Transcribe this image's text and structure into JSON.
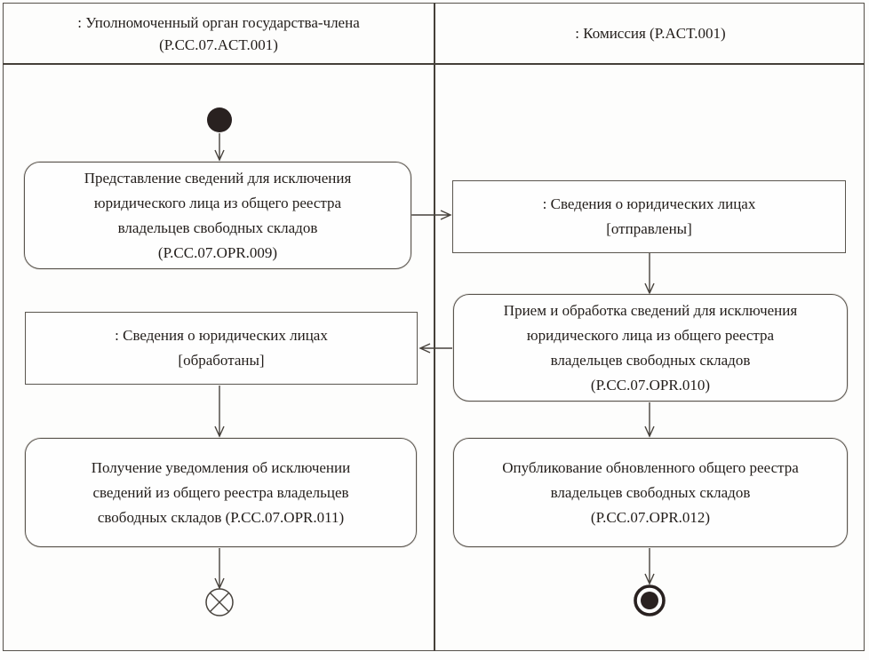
{
  "diagram": {
    "kind": "uml-activity-swimlane",
    "colors": {
      "ink": "#47423c",
      "terminal_fill": "#292120",
      "node_fill": "#fefefe",
      "background": "#fdfdfc"
    },
    "lanes": {
      "left": {
        "header_line1": ": Уполномоченный орган государства-члена",
        "header_line2": "(P.CC.07.ACT.001)"
      },
      "right": {
        "header_line1": ": Комиссия (P.ACT.001)"
      }
    },
    "nodes": {
      "opr009": {
        "type": "action",
        "lines": [
          "Представление сведений для исключения",
          "юридического лица из общего реестра",
          "владельцев свободных складов",
          "(P.CC.07.OPR.009)"
        ]
      },
      "sent": {
        "type": "object",
        "lines": [
          ": Сведения о юридических лицах",
          "[отправлены]"
        ]
      },
      "opr010": {
        "type": "action",
        "lines": [
          "Прием и обработка сведений для исключения",
          "юридического лица из общего реестра",
          "владельцев свободных складов",
          "(P.CC.07.OPR.010)"
        ]
      },
      "processed": {
        "type": "object",
        "lines": [
          ": Сведения о юридических лицах",
          "[обработаны]"
        ]
      },
      "opr011": {
        "type": "action",
        "lines": [
          "Получение уведомления об исключении",
          "сведений из общего реестра владельцев",
          "свободных складов (P.CC.07.OPR.011)"
        ]
      },
      "opr012": {
        "type": "action",
        "lines": [
          "Опубликование обновленного общего реестра",
          "владельцев свободных складов",
          "(P.CC.07.OPR.012)"
        ]
      }
    }
  }
}
